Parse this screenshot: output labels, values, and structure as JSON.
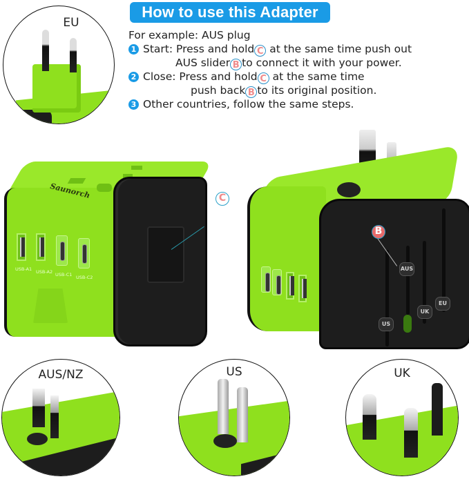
{
  "header": {
    "title": "How to use this Adapter",
    "banner_color": "#1a9be6"
  },
  "instructions": {
    "example": "For example: AUS plug",
    "steps": [
      {
        "number": "1",
        "line1_a": "Start: Press and hold",
        "line1_marker": "C",
        "line1_b": " at the same time push out",
        "line2_a": "AUS slider",
        "line2_marker": "B",
        "line2_b": "to connect it with your power."
      },
      {
        "number": "2",
        "line1_a": "Close: Press and hold",
        "line1_marker": "C",
        "line1_b": " at the same time",
        "line2_a": "push back",
        "line2_marker": "B",
        "line2_b": "to its original position."
      },
      {
        "number": "3",
        "line1_a": "Other countries, follow the same steps."
      }
    ]
  },
  "plug_views": {
    "eu": "EU",
    "aus_nz": "AUS/NZ",
    "us": "US",
    "uk": "UK"
  },
  "product": {
    "brand": "Saunorch",
    "ports": [
      "USB-A1",
      "USB-A2",
      "USB-C1",
      "USB-C2"
    ],
    "callout_c": "C",
    "callout_b": "B",
    "sliders": [
      "AUS",
      "US",
      "UK",
      "EU"
    ],
    "body_color": "#8fe01e",
    "panel_color": "#1d1d1d"
  }
}
